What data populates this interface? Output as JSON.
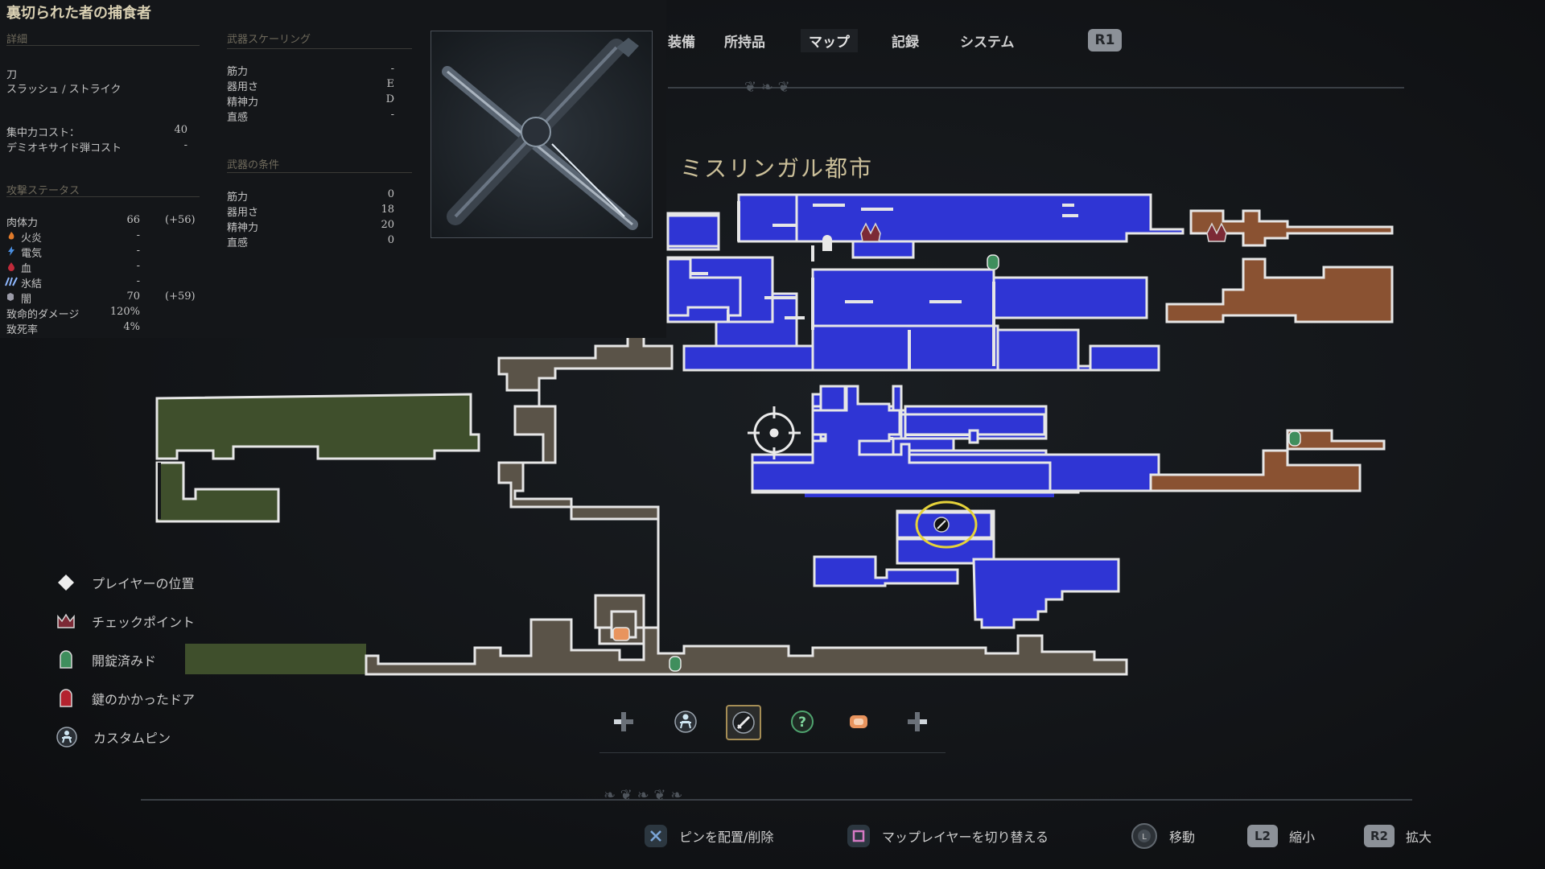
{
  "weapon": {
    "name": "裏切られた者の捕食者",
    "details_header": "詳細",
    "type": "刀",
    "damage_type": "スラッシュ / ストライク",
    "focus_cost_label": "集中力コスト：",
    "focus_cost_value": "40",
    "ammo_cost_label": "デミオキサイド弾コスト",
    "ammo_cost_value": "-",
    "attack_header": "攻撃ステータス",
    "attack_stats": [
      {
        "label": "肉体力",
        "value": "66",
        "bonus": "(+56)"
      },
      {
        "label": "火炎",
        "value": "-",
        "bonus": ""
      },
      {
        "label": "電気",
        "value": "-",
        "bonus": ""
      },
      {
        "label": "血",
        "value": "-",
        "bonus": ""
      },
      {
        "label": "氷結",
        "value": "-",
        "bonus": ""
      },
      {
        "label": "闇",
        "value": "70",
        "bonus": "(+59)"
      },
      {
        "label": "致命的ダメージ",
        "value": "120%",
        "bonus": ""
      },
      {
        "label": "致死率",
        "value": "4%",
        "bonus": ""
      }
    ],
    "scaling_header": "武器スケーリング",
    "scaling": [
      {
        "label": "筋力",
        "value": "-"
      },
      {
        "label": "器用さ",
        "value": "E"
      },
      {
        "label": "精神力",
        "value": "D"
      },
      {
        "label": "直感",
        "value": "-"
      }
    ],
    "requirements_header": "武器の条件",
    "requirements": [
      {
        "label": "筋力",
        "value": "0"
      },
      {
        "label": "器用さ",
        "value": "18"
      },
      {
        "label": "精神力",
        "value": "20"
      },
      {
        "label": "直感",
        "value": "0"
      }
    ]
  },
  "tabs": [
    {
      "label": "装備"
    },
    {
      "label": "所持品"
    },
    {
      "label": "マップ"
    },
    {
      "label": "記録"
    },
    {
      "label": "システム"
    }
  ],
  "r1_label": "R1",
  "area_name": "ミスリンガル都市",
  "legend": [
    {
      "label": "プレイヤーの位置",
      "icon": "diamond-icon"
    },
    {
      "label": "チェックポイント",
      "icon": "checkpoint-icon"
    },
    {
      "label": "開錠済みド",
      "icon": "unlocked-door-icon"
    },
    {
      "label": "鍵のかかったドア",
      "icon": "locked-door-icon"
    },
    {
      "label": "カスタムピン",
      "icon": "custom-pin-icon"
    }
  ],
  "controls": [
    {
      "button": "✕",
      "label": "ピンを配置/削除"
    },
    {
      "button": "□",
      "label": "マップレイヤーを切り替える"
    },
    {
      "button": "L",
      "label": "移動"
    },
    {
      "button": "L2",
      "label": "縮小"
    },
    {
      "button": "R2",
      "label": "拡大"
    }
  ],
  "colors": {
    "explored": "#2f35d4",
    "region_brown": "#8a5232",
    "region_grey": "#5a5348",
    "region_green": "#3f4f2c",
    "marker": "#e5d23a"
  }
}
